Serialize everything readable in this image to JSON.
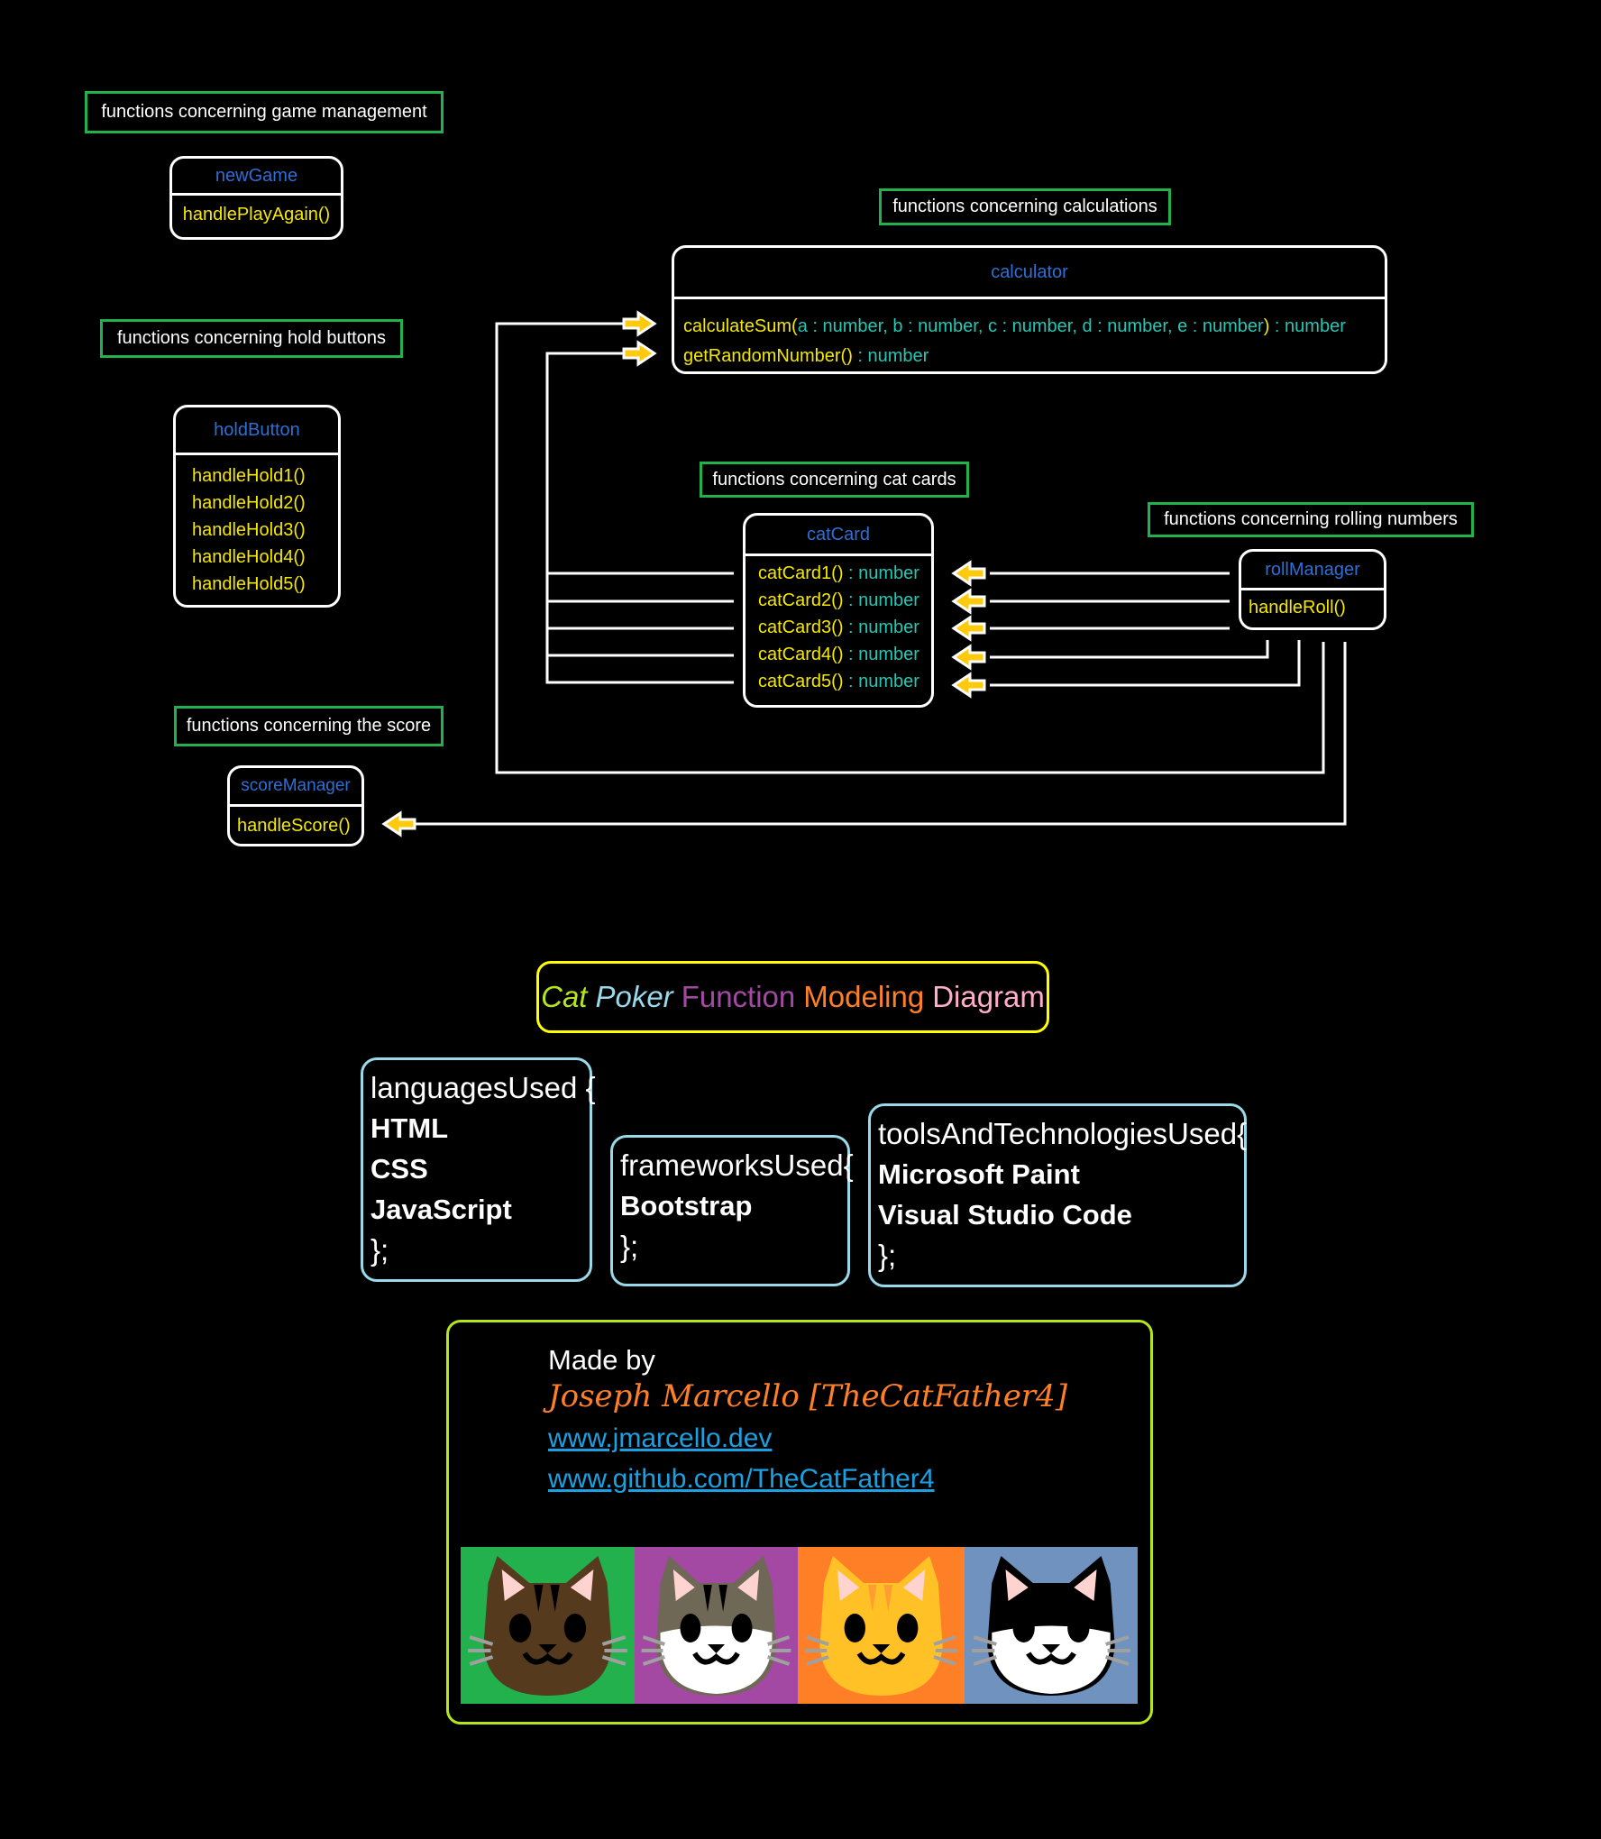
{
  "groups": {
    "game_management": "functions concerning game management",
    "hold_buttons": "functions concerning hold buttons",
    "calculations": "functions concerning calculations",
    "cat_cards": "functions concerning cat cards",
    "rolling_numbers": "functions concerning rolling numbers",
    "score": "functions concerning the score"
  },
  "classes": {
    "newGame": {
      "name": "newGame",
      "methods": [
        "handlePlayAgain()"
      ]
    },
    "holdButton": {
      "name": "holdButton",
      "methods": [
        "handleHold1()",
        "handleHold2()",
        "handleHold3()",
        "handleHold4()",
        "handleHold5()"
      ]
    },
    "calculator": {
      "name": "calculator",
      "methods": [
        {
          "prefix": "calculateSum(",
          "params": [
            {
              "p": "a",
              "t": "number"
            },
            {
              "p": "b",
              "t": "number"
            },
            {
              "p": "c",
              "t": "number"
            },
            {
              "p": "d",
              "t": "number"
            },
            {
              "p": "e",
              "t": "number"
            }
          ],
          "suffix": ")",
          "returns": "number"
        },
        {
          "prefix": "getRandomNumber()",
          "params": [],
          "suffix": "",
          "returns": "number"
        }
      ]
    },
    "catCard": {
      "name": "catCard",
      "methods": [
        {
          "fn": "catCard1()",
          "returns": "number"
        },
        {
          "fn": "catCard2()",
          "returns": "number"
        },
        {
          "fn": "catCard3()",
          "returns": "number"
        },
        {
          "fn": "catCard4()",
          "returns": "number"
        },
        {
          "fn": "catCard5()",
          "returns": "number"
        }
      ]
    },
    "rollManager": {
      "name": "rollManager",
      "methods": [
        "handleRoll()"
      ]
    },
    "scoreManager": {
      "name": "scoreManager",
      "methods": [
        "handleScore()"
      ]
    }
  },
  "title": {
    "words": [
      {
        "text": "Cat",
        "color": "#b5e61d",
        "italic": true
      },
      {
        "text": "Poker",
        "color": "#99d9ea",
        "italic": true
      },
      {
        "text": "Function",
        "color": "#a349a4",
        "italic": false
      },
      {
        "text": "Modeling",
        "color": "#ff7f27",
        "italic": false
      },
      {
        "text": "Diagram",
        "color": "#ffaec9",
        "italic": false
      }
    ]
  },
  "tech": {
    "languages": {
      "open": "languagesUsed {",
      "items": [
        "HTML",
        "CSS",
        "JavaScript"
      ],
      "close": "};"
    },
    "frameworks": {
      "open": "frameworksUsed{",
      "items": [
        "Bootstrap"
      ],
      "close": "};"
    },
    "tools": {
      "open": "toolsAndTechnologiesUsed{",
      "items": [
        "Microsoft Paint",
        "Visual Studio Code"
      ],
      "close": "};"
    }
  },
  "credits": {
    "made_by": "Made by",
    "author": "Joseph Marcello [TheCatFather4]",
    "website": "www.jmarcello.dev",
    "github": "www.github.com/TheCatFather4"
  },
  "cats": [
    {
      "name": "brown-tabby",
      "bg": "#22b14c",
      "fur": "#553a1e",
      "face": "#553a1e",
      "stripes": "#000"
    },
    {
      "name": "grey-white-tabby",
      "bg": "#a349a4",
      "fur": "#6f6857",
      "face": "#ffffff",
      "stripes": "#000"
    },
    {
      "name": "orange-tabby",
      "bg": "#ff7f27",
      "fur": "#ffc125",
      "face": "#ffc125",
      "stripes": "#ff9d30"
    },
    {
      "name": "tuxedo",
      "bg": "#7092be",
      "fur": "#000000",
      "face": "#ffffff",
      "stripes": "#000"
    }
  ],
  "colors": {
    "label_border": "#22b14c",
    "class_name": "#2e6fd6",
    "method": "#f5e800",
    "type": "#26c6b5",
    "arrow": "#ffc90e",
    "title_border": "#ffff00",
    "tech_border": "#99d9ea",
    "credits_border": "#b5e61d",
    "author": "#ff7f27",
    "link": "#1ba1e2"
  }
}
